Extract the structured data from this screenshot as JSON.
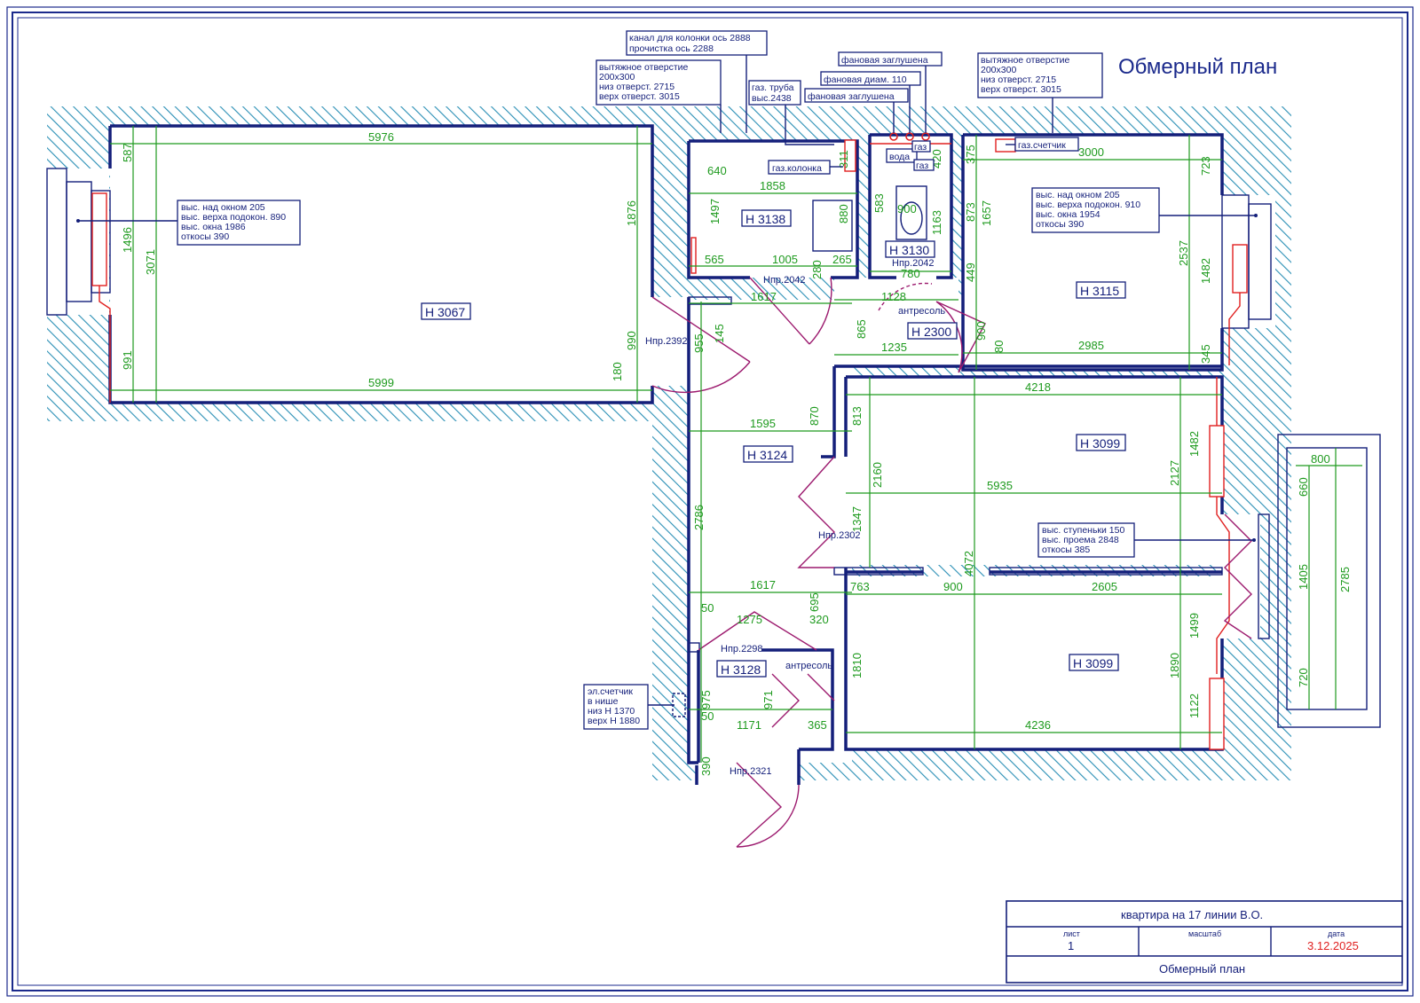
{
  "title": "Обмерный план",
  "rooms": {
    "r3067": "Н 3067",
    "r3138": "Н 3138",
    "r3130": "Н 3130",
    "r2300": "Н 2300",
    "r3115": "Н 3115",
    "r3124": "Н 3124",
    "r3099a": "Н 3099",
    "r3099b": "Н 3099",
    "r3128": "Н 3128"
  },
  "labels": {
    "npr2042a": "Нпр.2042",
    "npr2042b": "Нпр.2042",
    "npr2392": "Нпр.2392",
    "npr2302": "Нпр.2302",
    "npr2298": "Нпр.2298",
    "npr2321": "Нпр.2321",
    "antresol1": "антресоль",
    "antresol2": "антресоль",
    "voda": "вода",
    "gaz1": "газ",
    "gaz2": "газ",
    "gaz_kolonka": "газ.колонка",
    "gaz_schetchik": "газ.счетчик",
    "fan_zaglush1": "фановая заглушена",
    "fan_diam": "фановая диам. 110",
    "fan_zaglush2": "фановая заглушена",
    "gaz_truba": [
      "газ. труба",
      "выс.2438"
    ]
  },
  "notes": {
    "kanal": [
      "канал для колонки ось 2888",
      "прочистка ось 2288"
    ],
    "vytyazh1": [
      "вытяжное отверстие",
      "200х300",
      "низ отверст. 2715",
      "верх отверст. 3015"
    ],
    "vytyazh2": [
      "вытяжное отверстие",
      "200х300",
      "низ отверст. 2715",
      "верх отверст. 3015"
    ],
    "window1": [
      "выс. над окном 205",
      "выс. верха подокон. 890",
      "выс. окна 1986",
      "откосы 390"
    ],
    "window2": [
      "выс. над окном 205",
      "выс. верха подокон. 910",
      "выс. окна 1954",
      "откосы 390"
    ],
    "balcony": [
      "выс. ступеньки 150",
      "выс. проема 2848",
      "откосы 385"
    ],
    "el": [
      "эл.счетчик",
      "в нише",
      "низ Н 1370",
      "верх Н 1880"
    ]
  },
  "dims": [
    "5976",
    "5999",
    "587",
    "1496",
    "3071",
    "991",
    "1876",
    "990",
    "180",
    "955",
    "145",
    "640",
    "1858",
    "1497",
    "880",
    "565",
    "1005",
    "280",
    "265",
    "1617",
    "311",
    "583",
    "900",
    "1163",
    "780",
    "420",
    "375",
    "873",
    "1657",
    "449",
    "3000",
    "723",
    "2537",
    "1482",
    "2985",
    "345",
    "1128",
    "865",
    "1235",
    "900",
    "80",
    "4218",
    "813",
    "870",
    "1595",
    "2160",
    "5935",
    "2127",
    "1482",
    "1347",
    "2786",
    "4072",
    "763",
    "900",
    "2605",
    "1617",
    "695",
    "1275",
    "320",
    "50",
    "1499",
    "1810",
    "1890",
    "1122",
    "4236",
    "975",
    "50",
    "1171",
    "971",
    "365",
    "390",
    "800",
    "660",
    "1405",
    "2785",
    "720"
  ],
  "title_block": {
    "project": "квартира на 17 линии В.О.",
    "sheet_label": "лист",
    "sheet": "1",
    "scale_label": "масштаб",
    "scale": "",
    "date_label": "дата",
    "date": "3.12.2025",
    "drawing_name": "Обмерный план"
  },
  "colors": {
    "wall": "#141f7a",
    "dimension": "#1e9a1e",
    "door": "#9c1a6e",
    "heating": "#e02020",
    "frame": "#1b2a8c"
  }
}
